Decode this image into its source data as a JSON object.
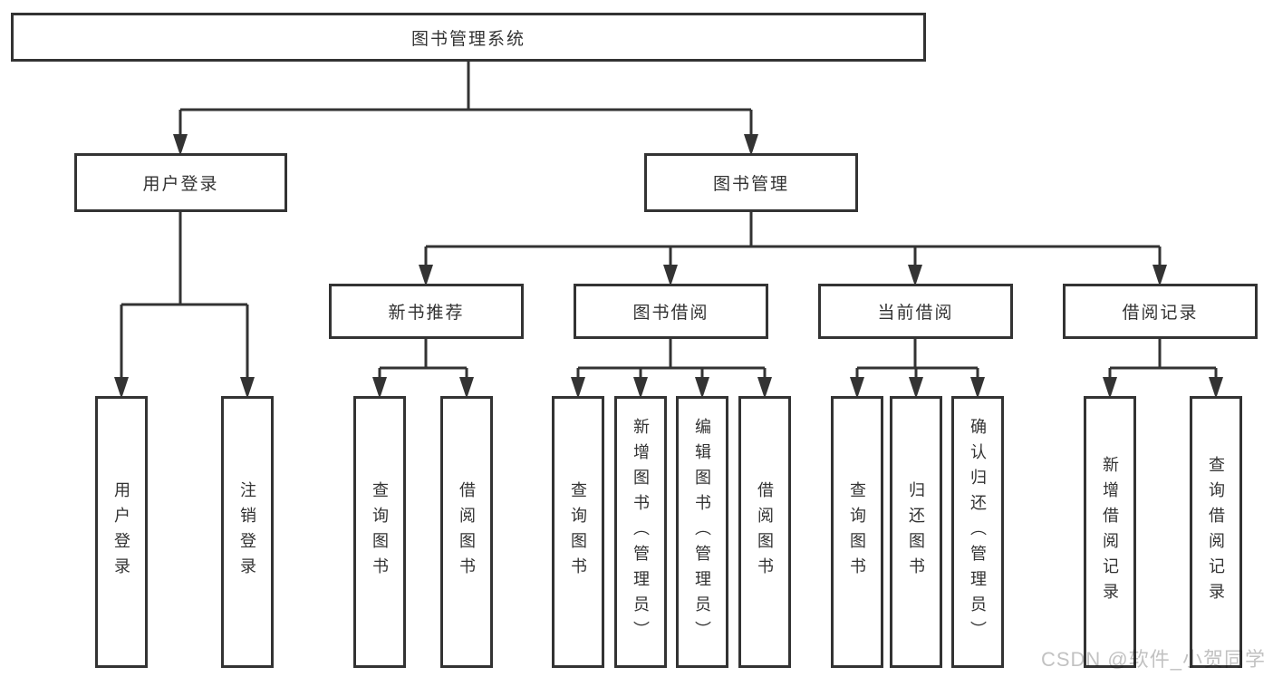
{
  "diagram": {
    "root_label": "图书管理系统",
    "level2": {
      "user_login": "用户登录",
      "book_management": "图书管理"
    },
    "level3": {
      "new_book": "新书推荐",
      "book_borrow": "图书借阅",
      "current_borrow": "当前借阅",
      "borrow_record": "借阅记录"
    },
    "leaves": {
      "login": [
        "用户登录",
        "注销登录"
      ],
      "new_book": [
        "查询图书",
        "借阅图书"
      ],
      "book_borrow": [
        "查询图书",
        "新增图书（管理员）",
        "编辑图书（管理员）",
        "借阅图书"
      ],
      "current_borrow": [
        "查询图书",
        "归还图书",
        "确认归还（管理员）"
      ],
      "borrow_record": [
        "新增借阅记录",
        "查询借阅记录"
      ]
    },
    "watermark": "CSDN @软件_小贺同学",
    "colors": {
      "line": "#333333",
      "text": "#333333",
      "background": "#ffffff",
      "watermark": "#c2c2c2"
    }
  }
}
